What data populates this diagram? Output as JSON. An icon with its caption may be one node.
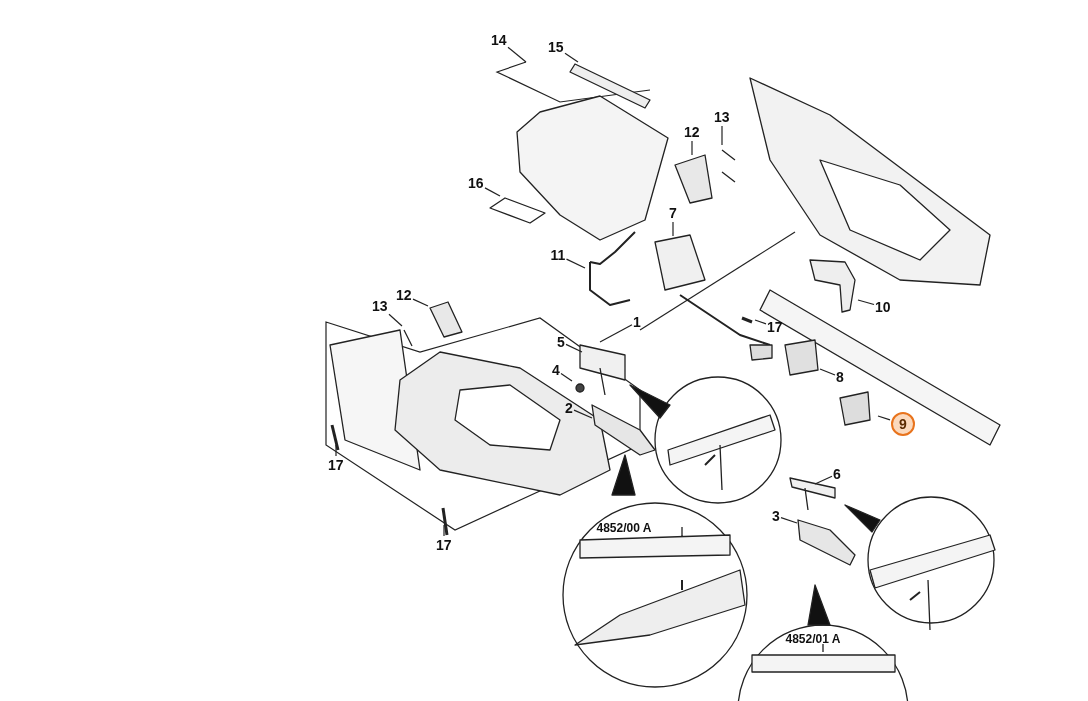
{
  "diagram": {
    "nodes": [
      {
        "text": [
          "14"
        ]
      },
      {
        "text": [
          "15"
        ]
      },
      {
        "text": [
          "12"
        ]
      },
      {
        "text": [
          "13"
        ]
      },
      {
        "text": [
          "16"
        ]
      },
      {
        "text": [
          "7"
        ]
      },
      {
        "text": [
          "11"
        ]
      },
      {
        "text": [
          "13"
        ]
      },
      {
        "text": [
          "12"
        ]
      },
      {
        "text": [
          "1"
        ]
      },
      {
        "text": [
          "5"
        ]
      },
      {
        "text": [
          "4"
        ]
      },
      {
        "text": [
          "2"
        ]
      },
      {
        "text": [
          "17"
        ]
      },
      {
        "text": [
          "10"
        ]
      },
      {
        "text": [
          "17"
        ]
      },
      {
        "text": [
          "8"
        ]
      },
      {
        "text": [
          "9"
        ]
      },
      {
        "text": [
          "17"
        ]
      },
      {
        "text": [
          "6"
        ]
      },
      {
        "text": [
          "3"
        ]
      }
    ],
    "edges": [
      {
        "from": 0,
        "to": null,
        "arrow": "none"
      },
      {
        "from": 1,
        "to": null,
        "arrow": "none"
      },
      {
        "from": 2,
        "to": null,
        "arrow": "none"
      },
      {
        "from": 3,
        "to": null,
        "arrow": "none"
      },
      {
        "from": 4,
        "to": null,
        "arrow": "none"
      },
      {
        "from": 5,
        "to": null,
        "arrow": "none"
      },
      {
        "from": 6,
        "to": null,
        "arrow": "none"
      },
      {
        "from": 7,
        "to": null,
        "arrow": "none"
      },
      {
        "from": 8,
        "to": null,
        "arrow": "none"
      },
      {
        "from": 9,
        "to": null,
        "arrow": "none"
      },
      {
        "from": 10,
        "to": null,
        "arrow": "none"
      },
      {
        "from": 11,
        "to": null,
        "arrow": "none"
      },
      {
        "from": 12,
        "to": null,
        "arrow": "none"
      },
      {
        "from": 13,
        "to": null,
        "arrow": "none"
      },
      {
        "from": 14,
        "to": null,
        "arrow": "none"
      },
      {
        "from": 15,
        "to": null,
        "arrow": "none"
      },
      {
        "from": 16,
        "to": null,
        "arrow": "none"
      },
      {
        "from": 17,
        "to": null,
        "arrow": "none"
      },
      {
        "from": 18,
        "to": null,
        "arrow": "none"
      },
      {
        "from": 19,
        "to": null,
        "arrow": "none"
      },
      {
        "from": 20,
        "to": null,
        "arrow": "none"
      }
    ],
    "labels": [
      "4852/00 A",
      "4852/01 A"
    ]
  }
}
